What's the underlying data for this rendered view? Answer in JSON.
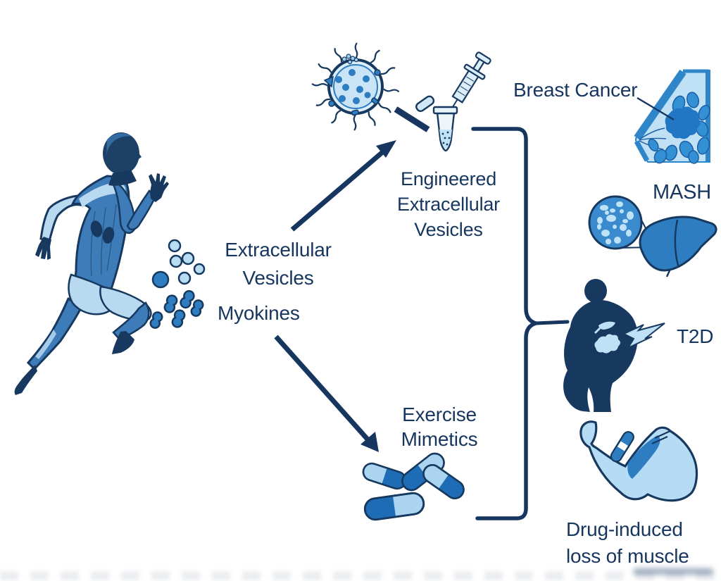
{
  "palette": {
    "navy": "#16365f",
    "dark_navy_fill": "#17395f",
    "medium_blue": "#2e7dc1",
    "capsule_dark": "#1e6cb5",
    "light_blue": "#b5dcf4",
    "pale_blue": "#ddeefb",
    "background": "#ffffff"
  },
  "labels": {
    "extracellular_vesicles": [
      "Extracellular",
      "Vesicles"
    ],
    "myokines": "Myokines",
    "engineered_evs": [
      "Engineered",
      "Extracellular",
      "Vesicles"
    ],
    "exercise_mimetics": [
      "Exercise",
      "Mimetics"
    ],
    "targets": {
      "breast_cancer": "Breast Cancer",
      "mash": "MASH",
      "t2d": "T2D",
      "drug_induced_muscle_loss": [
        "Drug-induced",
        "loss of muscle"
      ]
    }
  },
  "icons": {
    "runner": "running human figure with highlighted muscles",
    "vesicle_particles": "small light circles secreted by muscle",
    "myokine_particles": "small dark blob particles",
    "engineered_vesicle": "extracellular vesicle with surface modifications",
    "syringe_tube": "syringe loading a microcentrifuge tube",
    "pills": "capsule pills",
    "breast_tissue": "breast tissue section with tumor",
    "liver_with_lens": "fatty liver with magnified tissue circle",
    "obese_figure": "obese person silhouette with lightning bolt",
    "arm_muscle": "flexed arm with bicep and injector pen"
  }
}
